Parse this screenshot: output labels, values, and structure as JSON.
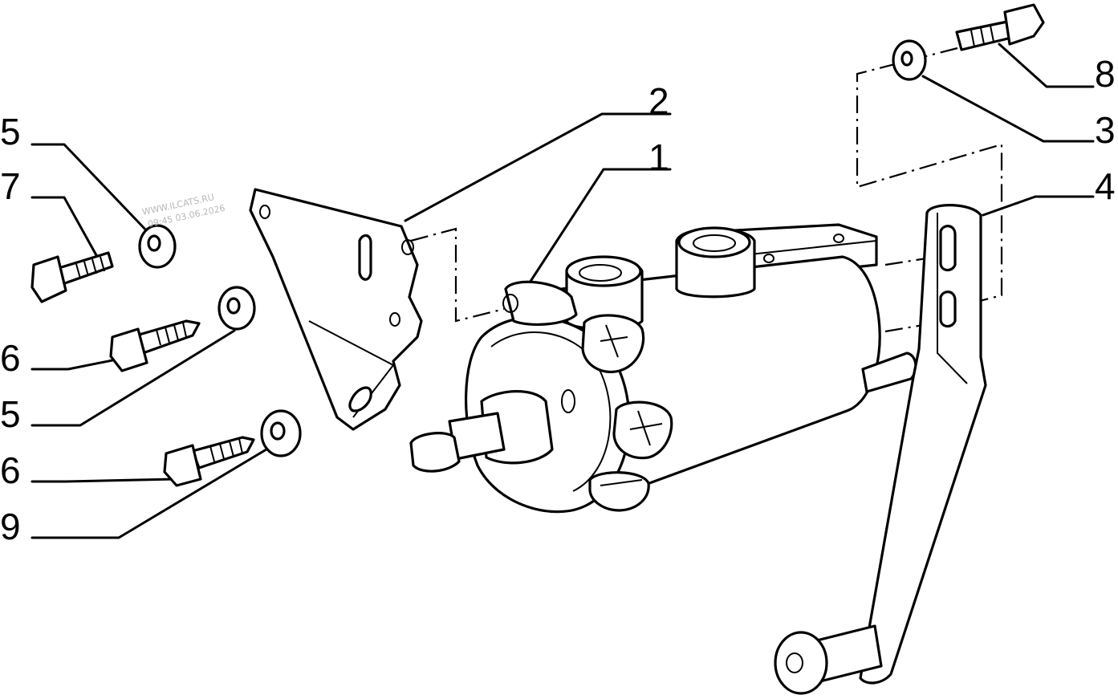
{
  "diagram": {
    "callouts": [
      {
        "id": "c5a",
        "label": "5"
      },
      {
        "id": "c7",
        "label": "7"
      },
      {
        "id": "c6a",
        "label": "6"
      },
      {
        "id": "c5b",
        "label": "5"
      },
      {
        "id": "c6b",
        "label": "6"
      },
      {
        "id": "c9",
        "label": "9"
      },
      {
        "id": "c2",
        "label": "2"
      },
      {
        "id": "c1",
        "label": "1"
      },
      {
        "id": "c8",
        "label": "8"
      },
      {
        "id": "c3",
        "label": "3"
      },
      {
        "id": "c4",
        "label": "4"
      }
    ],
    "watermark": {
      "line1": "WWW.ILCATS.RU",
      "line2": "09:45 03.06.2026"
    }
  }
}
